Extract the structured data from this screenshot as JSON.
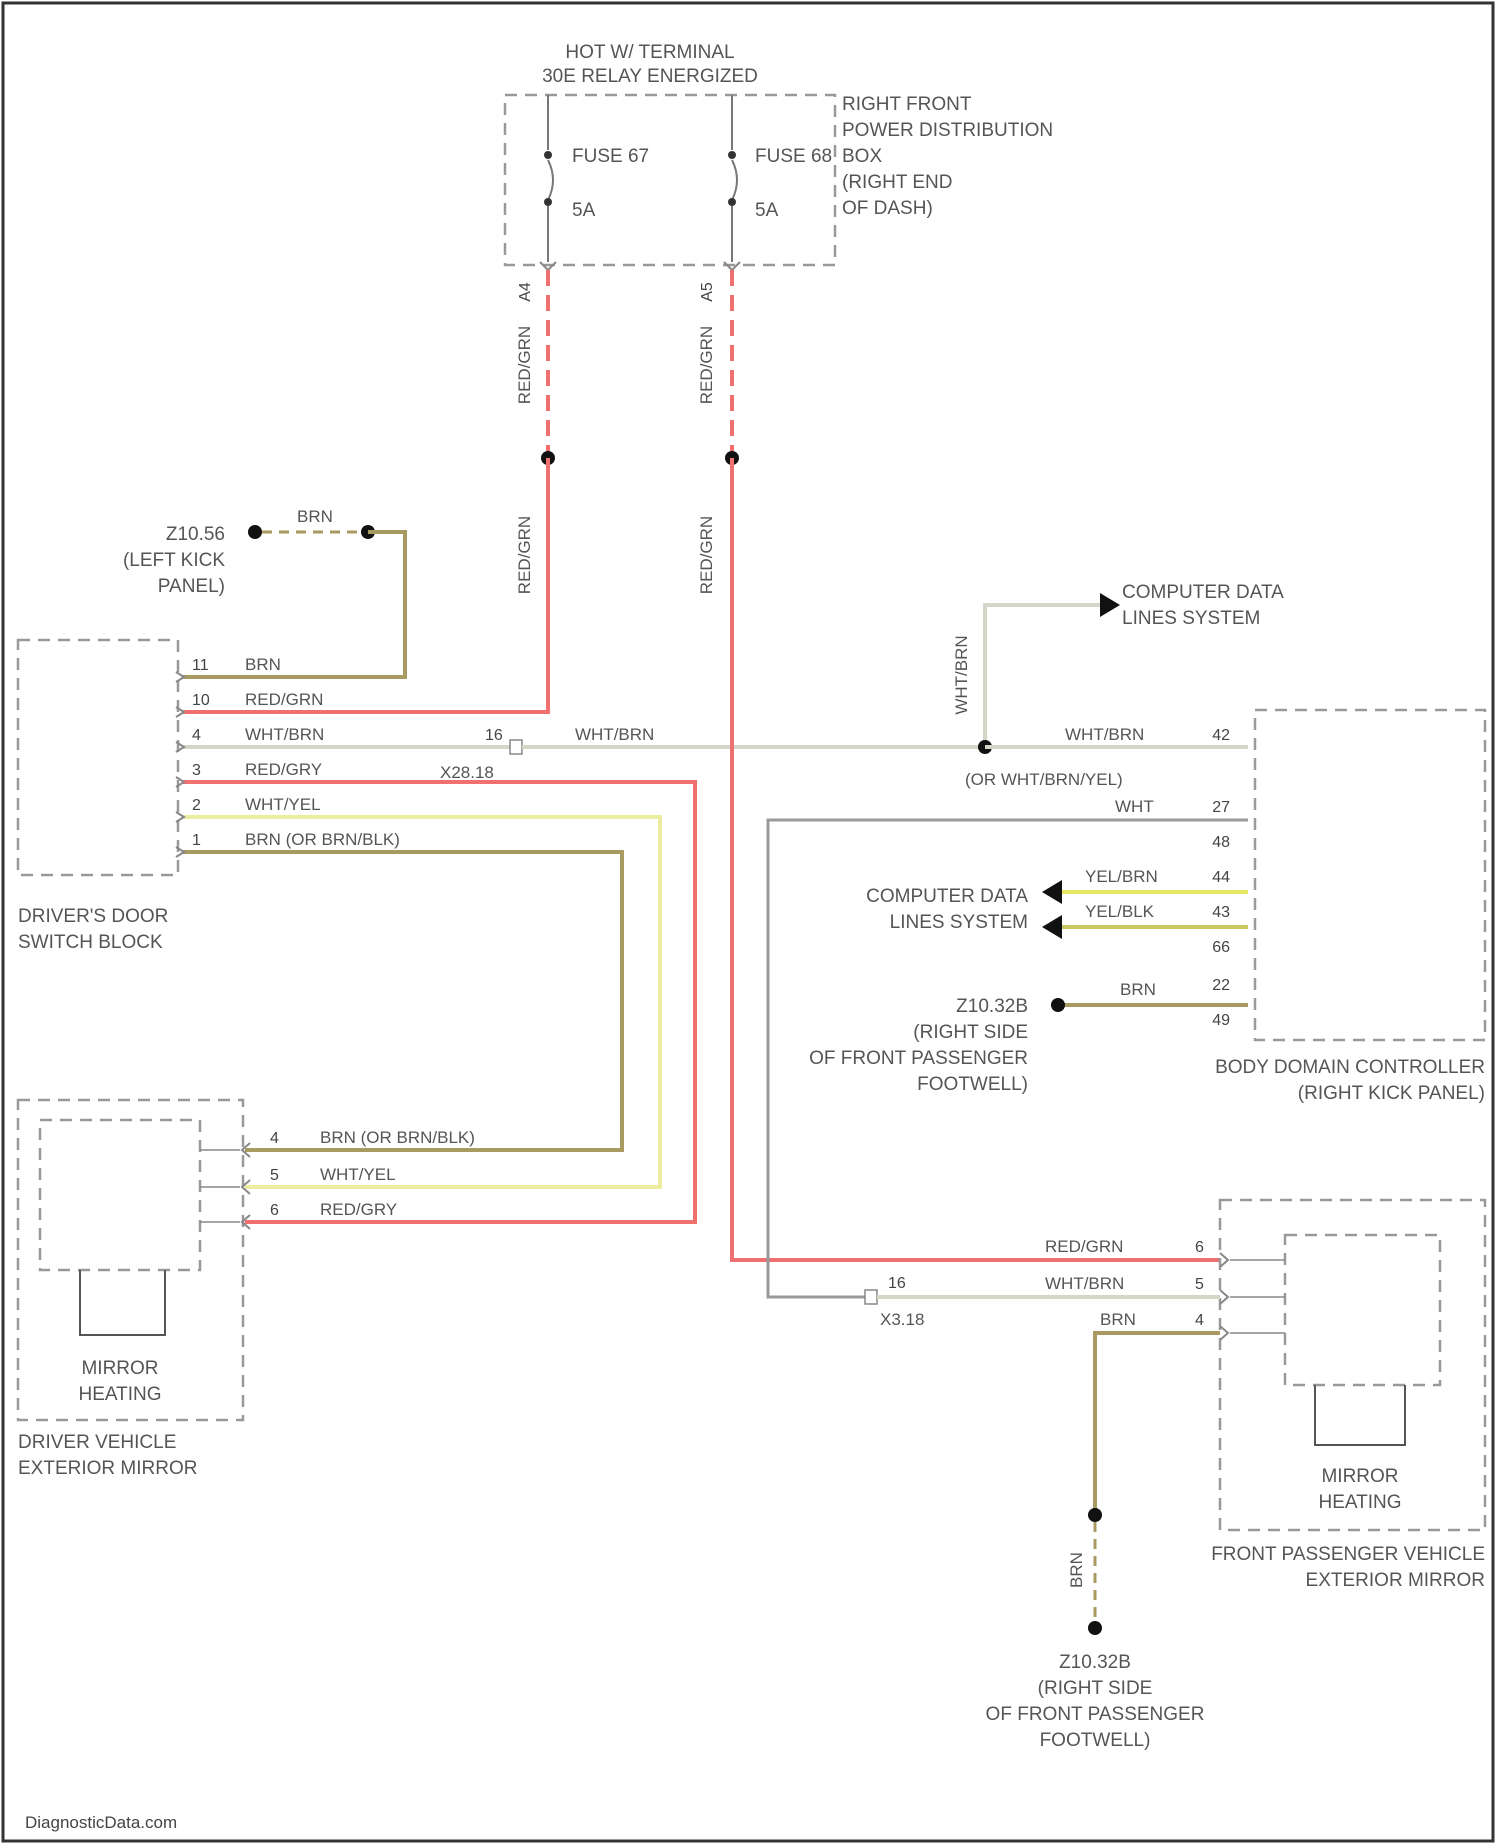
{
  "fuse_box": {
    "header": [
      "HOT W/ TERMINAL",
      "30E RELAY ENERGIZED"
    ],
    "label": [
      "RIGHT FRONT",
      "POWER DISTRIBUTION",
      "BOX",
      "(RIGHT END",
      "OF DASH)"
    ],
    "fuse_a": {
      "name": "FUSE 67",
      "rating": "5A",
      "pin": "A4"
    },
    "fuse_b": {
      "name": "FUSE 68",
      "rating": "5A",
      "pin": "A5"
    }
  },
  "wires": {
    "red_grn": "RED/GRN",
    "brn": "BRN",
    "wht_brn": "WHT/BRN",
    "red_gry": "RED/GRY",
    "wht_yel": "WHT/YEL",
    "brn_or": "BRN  (OR BRN/BLK)",
    "or_wht_brn_yel": "(OR WHT/BRN/YEL)",
    "wht": "WHT",
    "yel_brn": "YEL/BRN",
    "yel_blk": "YEL/BLK"
  },
  "ground_left": {
    "name": "Z10.56",
    "location": [
      "(LEFT KICK",
      "PANEL)"
    ]
  },
  "ground_right_a": {
    "name": "Z10.32B",
    "location": [
      "(RIGHT SIDE",
      "OF FRONT PASSENGER",
      "FOOTWELL)"
    ]
  },
  "ground_right_b": {
    "name": "Z10.32B",
    "location": [
      "(RIGHT SIDE",
      "OF FRONT PASSENGER",
      "FOOTWELL)"
    ]
  },
  "computer_data": [
    "COMPUTER DATA",
    "LINES SYSTEM"
  ],
  "drivers_door_switch": {
    "label": [
      "DRIVER'S DOOR",
      "SWITCH BLOCK"
    ],
    "pins": [
      "11",
      "10",
      "4",
      "3",
      "2",
      "1"
    ]
  },
  "inline_x28": {
    "name": "X28.18",
    "pin": "16"
  },
  "inline_x3": {
    "name": "X3.18",
    "pin": "16"
  },
  "body_domain_controller": {
    "label": [
      "BODY DOMAIN CONTROLLER",
      "(RIGHT KICK PANEL)"
    ],
    "pins": [
      "42",
      "27",
      "48",
      "44",
      "43",
      "66",
      "22",
      "49"
    ]
  },
  "driver_mirror": {
    "label": [
      "DRIVER VEHICLE",
      "EXTERIOR MIRROR"
    ],
    "heating": [
      "MIRROR",
      "HEATING"
    ],
    "pins": [
      "4",
      "5",
      "6"
    ]
  },
  "passenger_mirror": {
    "label": [
      "FRONT PASSENGER VEHICLE",
      "EXTERIOR MIRROR"
    ],
    "heating": [
      "MIRROR",
      "HEATING"
    ],
    "pins": [
      "6",
      "5",
      "4"
    ]
  },
  "watermark": "DiagnosticData.com",
  "colors": {
    "red": "#f07070",
    "brown": "#a89a60",
    "white": "#d6d6c8",
    "yellow": "#e8e860",
    "grey": "#999999"
  }
}
